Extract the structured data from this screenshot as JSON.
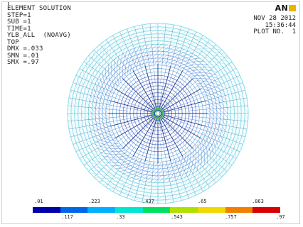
{
  "header": {
    "title": "ELEMENT SOLUTION",
    "lines": [
      "STEP=1",
      "SUB =1",
      "TIME=1",
      "YLB_ALL  (NOAVG)",
      "TOP",
      "DMX =.033",
      "SMN =.01",
      "SMX =.97"
    ],
    "date": "NOV 28 2012",
    "time": "15:36:44",
    "plot_no": "PLOT NO.  1",
    "brand": "AN"
  },
  "legend": {
    "colors": [
      "#0000a8",
      "#0066e6",
      "#00b0ff",
      "#00e6d0",
      "#00e060",
      "#b0e000",
      "#f0d800",
      "#f08000",
      "#d80000"
    ],
    "top_labels": [
      ".01",
      ".223",
      ".437",
      ".65",
      ".863"
    ],
    "bottom_labels": [
      ".117",
      ".33",
      ".543",
      ".757",
      ".97"
    ]
  },
  "mesh_colors": {
    "outer": "#8ee2ea",
    "inner": "#5a7fd6",
    "spokes": "#2a3a8a",
    "core": "#3fbf55"
  }
}
